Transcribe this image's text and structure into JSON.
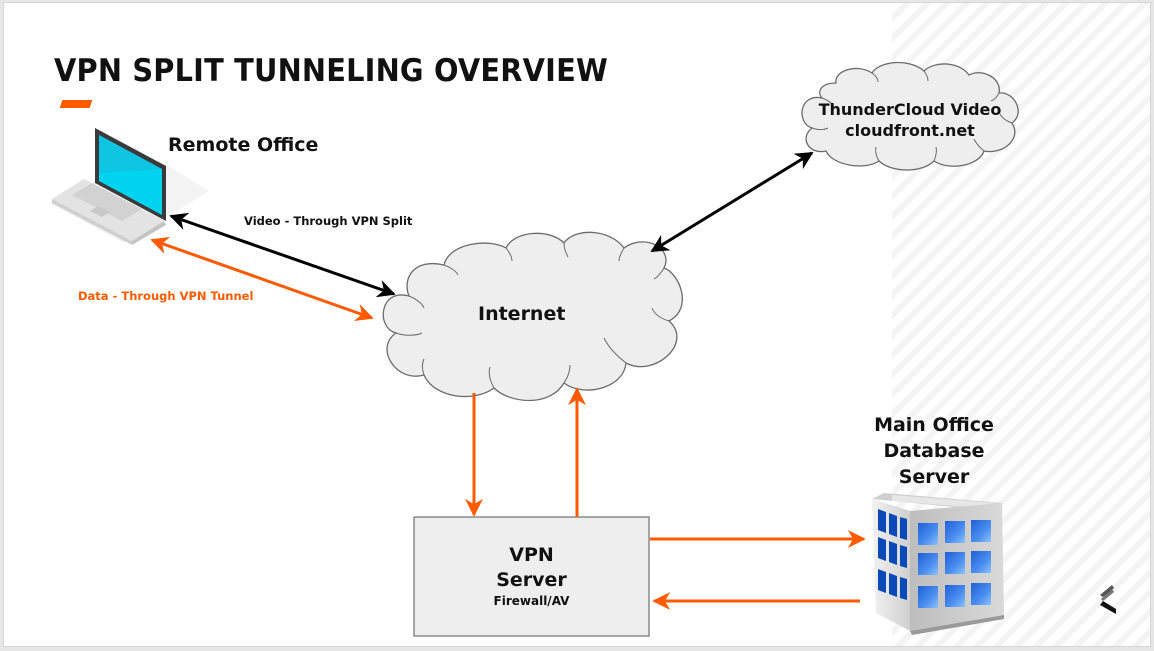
{
  "slide": {
    "title": "VPN SPLIT TUNNELING OVERVIEW",
    "accent_color": "#ff5a00"
  },
  "nodes": {
    "remote_office": {
      "label": "Remote Office",
      "icon": "laptop-icon"
    },
    "internet": {
      "label": "Internet",
      "icon": "cloud-icon"
    },
    "thundercloud": {
      "line1": "ThunderCloud Video",
      "line2": "cloudfront.net",
      "icon": "cloud-icon"
    },
    "vpn_server": {
      "line1": "VPN",
      "line2": "Server",
      "sub": "Firewall/AV"
    },
    "main_office": {
      "line1": "Main Office",
      "line2": "Database",
      "line3": "Server",
      "icon": "building-icon"
    }
  },
  "connections": [
    {
      "from": "remote_office",
      "to": "internet",
      "label": "Video - Through VPN Split",
      "color": "#000000",
      "direction": "both"
    },
    {
      "from": "remote_office",
      "to": "internet",
      "label": "Data - Through VPN Tunnel",
      "color": "#ff5a00",
      "direction": "both"
    },
    {
      "from": "internet",
      "to": "thundercloud",
      "label": "",
      "color": "#000000",
      "direction": "both"
    },
    {
      "from": "internet",
      "to": "vpn_server",
      "label": "",
      "color": "#ff5a00",
      "direction": "forward"
    },
    {
      "from": "vpn_server",
      "to": "internet",
      "label": "",
      "color": "#ff5a00",
      "direction": "forward"
    },
    {
      "from": "vpn_server",
      "to": "main_office",
      "label": "",
      "color": "#ff5a00",
      "direction": "forward"
    },
    {
      "from": "main_office",
      "to": "vpn_server",
      "label": "",
      "color": "#ff5a00",
      "direction": "forward"
    }
  ],
  "labels": {
    "video": "Video - Through VPN Split",
    "data": "Data - Through VPN Tunnel"
  },
  "colors": {
    "orange": "#ff5a00",
    "black": "#000000",
    "cloud_fill": "#eeeeee",
    "box_fill": "#eeeeee",
    "screen": "#00d4f0"
  },
  "logo": {
    "icon": "brand-chevron-icon"
  }
}
